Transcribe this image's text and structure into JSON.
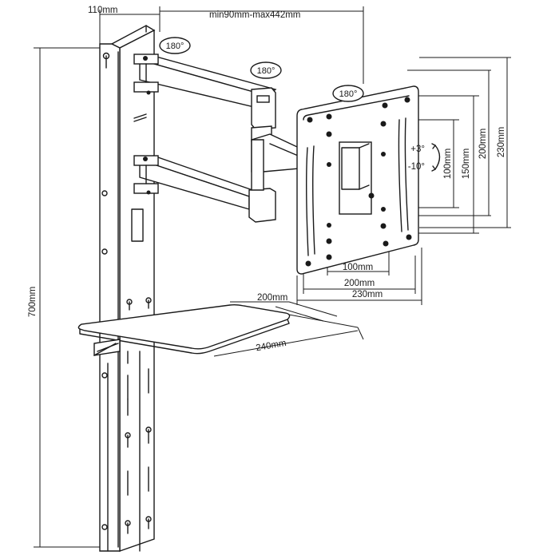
{
  "dimensions": {
    "wall_offset": "110mm",
    "arm_reach": "min90mm-max442mm",
    "total_height": "700mm",
    "vesa_h1": "100mm",
    "vesa_h2": "200mm",
    "vesa_h3": "230mm",
    "vesa_v1": "100mm",
    "vesa_v2": "150mm",
    "vesa_v3": "200mm",
    "vesa_v4": "230mm",
    "shelf_width": "200mm",
    "shelf_depth": "240mm"
  },
  "rotations": {
    "wall_pivot": "180°",
    "arm_pivot": "180°",
    "head_pivot": "180°"
  },
  "tilt": {
    "up": "+3°",
    "down": "-10°"
  }
}
